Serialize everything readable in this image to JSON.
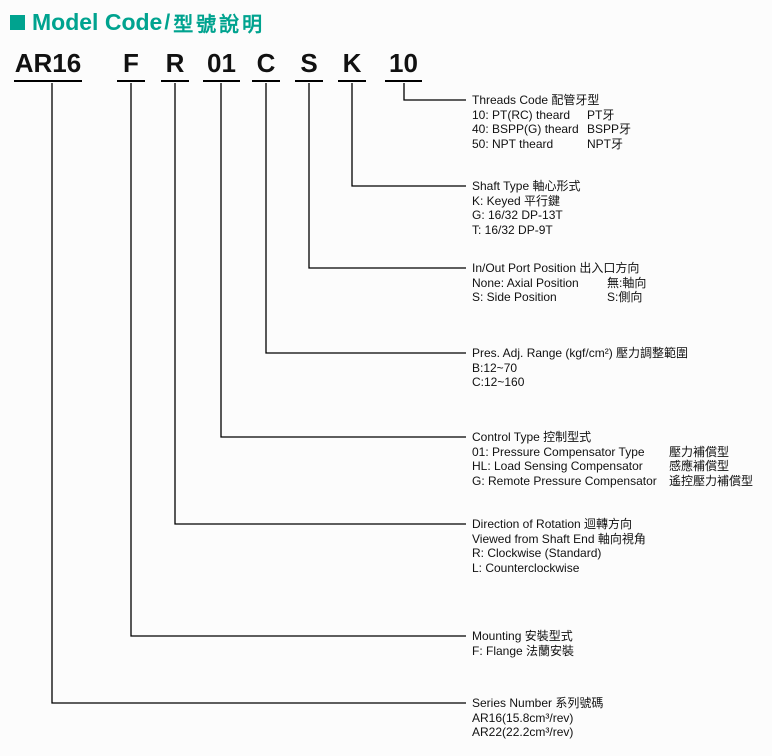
{
  "theme": {
    "accent_color": "#00A38F",
    "line_color": "#000000",
    "background": "#fcfcfc"
  },
  "header": {
    "square_icon": "solid-square",
    "title_en": "Model Code",
    "separator": "/",
    "title_zh": "型號說明"
  },
  "model_code": {
    "segments": [
      {
        "code": "AR16",
        "meaning": "Series Number"
      },
      {
        "code": "F",
        "meaning": "Mounting"
      },
      {
        "code": "R",
        "meaning": "Direction of Rotation"
      },
      {
        "code": "01",
        "meaning": "Control Type"
      },
      {
        "code": "C",
        "meaning": "Pres. Adj. Range"
      },
      {
        "code": "S",
        "meaning": "In/Out Port Position"
      },
      {
        "code": "K",
        "meaning": "Shaft Type"
      },
      {
        "code": "10",
        "meaning": "Threads Code"
      }
    ]
  },
  "blocks": [
    {
      "title": "Threads Code 配管牙型",
      "rows": [
        {
          "left": "10: PT(RC) theard",
          "right": "PT牙"
        },
        {
          "left": "40: BSPP(G) theard",
          "right": "BSPP牙"
        },
        {
          "left": "50: NPT theard",
          "right": "NPT牙"
        }
      ]
    },
    {
      "title": "Shaft Type 軸心形式",
      "rows": [
        {
          "left": "K: Keyed 平行鍵",
          "right": ""
        },
        {
          "left": "G: 16/32 DP-13T",
          "right": ""
        },
        {
          "left": "T: 16/32 DP-9T",
          "right": ""
        }
      ]
    },
    {
      "title": "In/Out Port Position 出入口方向",
      "rows": [
        {
          "left": "None: Axial Position",
          "right": "無:軸向"
        },
        {
          "left": "S: Side Position",
          "right": "S:側向"
        }
      ]
    },
    {
      "title": "Pres. Adj. Range (kgf/cm²) 壓力調整範圍",
      "rows": [
        {
          "left": "B:12~70",
          "right": ""
        },
        {
          "left": "C:12~160",
          "right": ""
        }
      ]
    },
    {
      "title": "Control Type 控制型式",
      "rows": [
        {
          "left": "01: Pressure Compensator Type",
          "right": "壓力補償型"
        },
        {
          "left": "HL: Load Sensing Compensator",
          "right": "感應補償型"
        },
        {
          "left": "G: Remote Pressure Compensator",
          "right": "遙控壓力補償型"
        }
      ]
    },
    {
      "title": "Direction of Rotation 迴轉方向",
      "rows": [
        {
          "left": "Viewed from Shaft End 軸向視角",
          "right": ""
        },
        {
          "left": "R: Clockwise (Standard)",
          "right": ""
        },
        {
          "left": "L: Counterclockwise",
          "right": ""
        }
      ]
    },
    {
      "title": "Mounting 安裝型式",
      "rows": [
        {
          "left": "F: Flange 法蘭安裝",
          "right": ""
        }
      ]
    },
    {
      "title": "Series Number 系列號碼",
      "rows": [
        {
          "left": "AR16(15.8cm³/rev)",
          "right": ""
        },
        {
          "left": "AR22(22.2cm³/rev)",
          "right": ""
        }
      ]
    }
  ]
}
